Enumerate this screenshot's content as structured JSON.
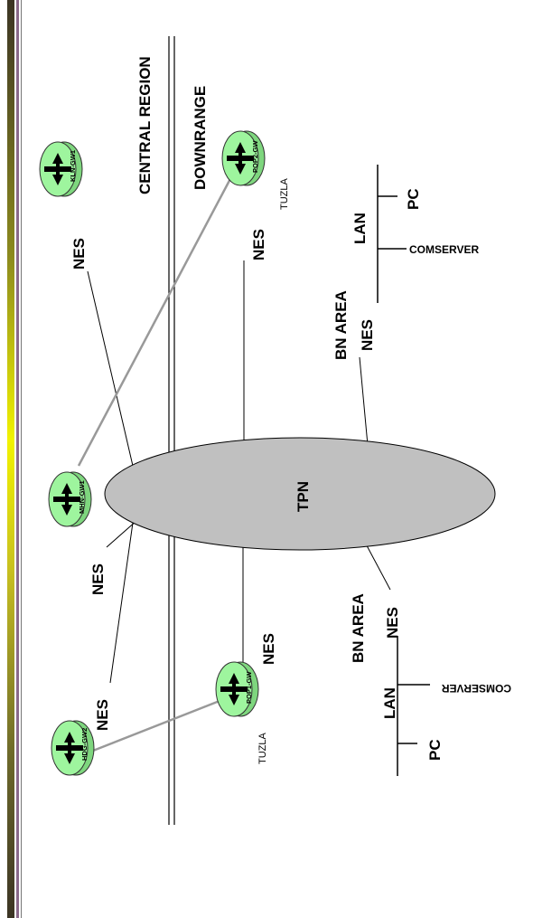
{
  "router_color": "#9ef59e",
  "router_edge": "#4a8f4a",
  "cloud_color": "#c0c0c0",
  "regions": {
    "central": "CENTRAL REGION",
    "downrange": "DOWNRANGE"
  },
  "cloud": {
    "label": "TPN"
  },
  "routers": [
    {
      "id": "kln",
      "label": "KLN-GW1"
    },
    {
      "id": "mhn",
      "label": "MHN-GW1"
    },
    {
      "id": "hdg",
      "label": "HDG-GW2"
    },
    {
      "id": "pop2",
      "label": "POP2-GW",
      "site": "TUZLA"
    },
    {
      "id": "pop1",
      "label": "POP1-GW",
      "site": "TUZLA"
    }
  ],
  "nes_label": "NES",
  "bn_area_label": "BN AREA",
  "lan_label": "LAN",
  "pc_label": "PC",
  "comserver_label": "COMSERVER",
  "site_label": "TUZLA"
}
